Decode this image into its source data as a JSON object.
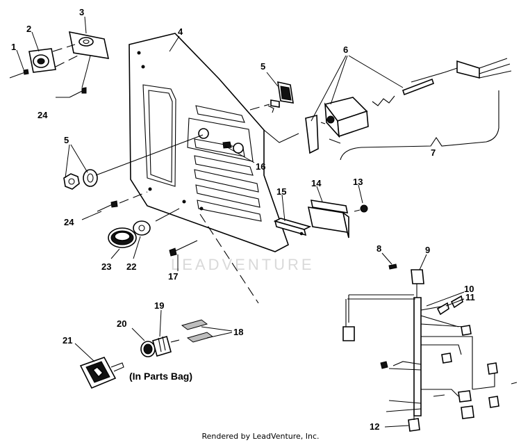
{
  "parts": [
    {
      "id": "1",
      "label": "1"
    },
    {
      "id": "2",
      "label": "2"
    },
    {
      "id": "3",
      "label": "3"
    },
    {
      "id": "4",
      "label": "4"
    },
    {
      "id": "5a",
      "label": "5"
    },
    {
      "id": "5b",
      "label": "5"
    },
    {
      "id": "6",
      "label": "6"
    },
    {
      "id": "7",
      "label": "7"
    },
    {
      "id": "8",
      "label": "8"
    },
    {
      "id": "9",
      "label": "9"
    },
    {
      "id": "10",
      "label": "10"
    },
    {
      "id": "11",
      "label": "11"
    },
    {
      "id": "12",
      "label": "12"
    },
    {
      "id": "13",
      "label": "13"
    },
    {
      "id": "14",
      "label": "14"
    },
    {
      "id": "15",
      "label": "15"
    },
    {
      "id": "16",
      "label": "16"
    },
    {
      "id": "17",
      "label": "17"
    },
    {
      "id": "18",
      "label": "18"
    },
    {
      "id": "19",
      "label": "19"
    },
    {
      "id": "20",
      "label": "20"
    },
    {
      "id": "21",
      "label": "21"
    },
    {
      "id": "22",
      "label": "22"
    },
    {
      "id": "23",
      "label": "23"
    },
    {
      "id": "24a",
      "label": "24"
    },
    {
      "id": "24b",
      "label": "24"
    }
  ],
  "note": "(In Parts Bag)",
  "watermark": "LEADVENTURE",
  "footer": "Rendered by LeadVenture, Inc."
}
